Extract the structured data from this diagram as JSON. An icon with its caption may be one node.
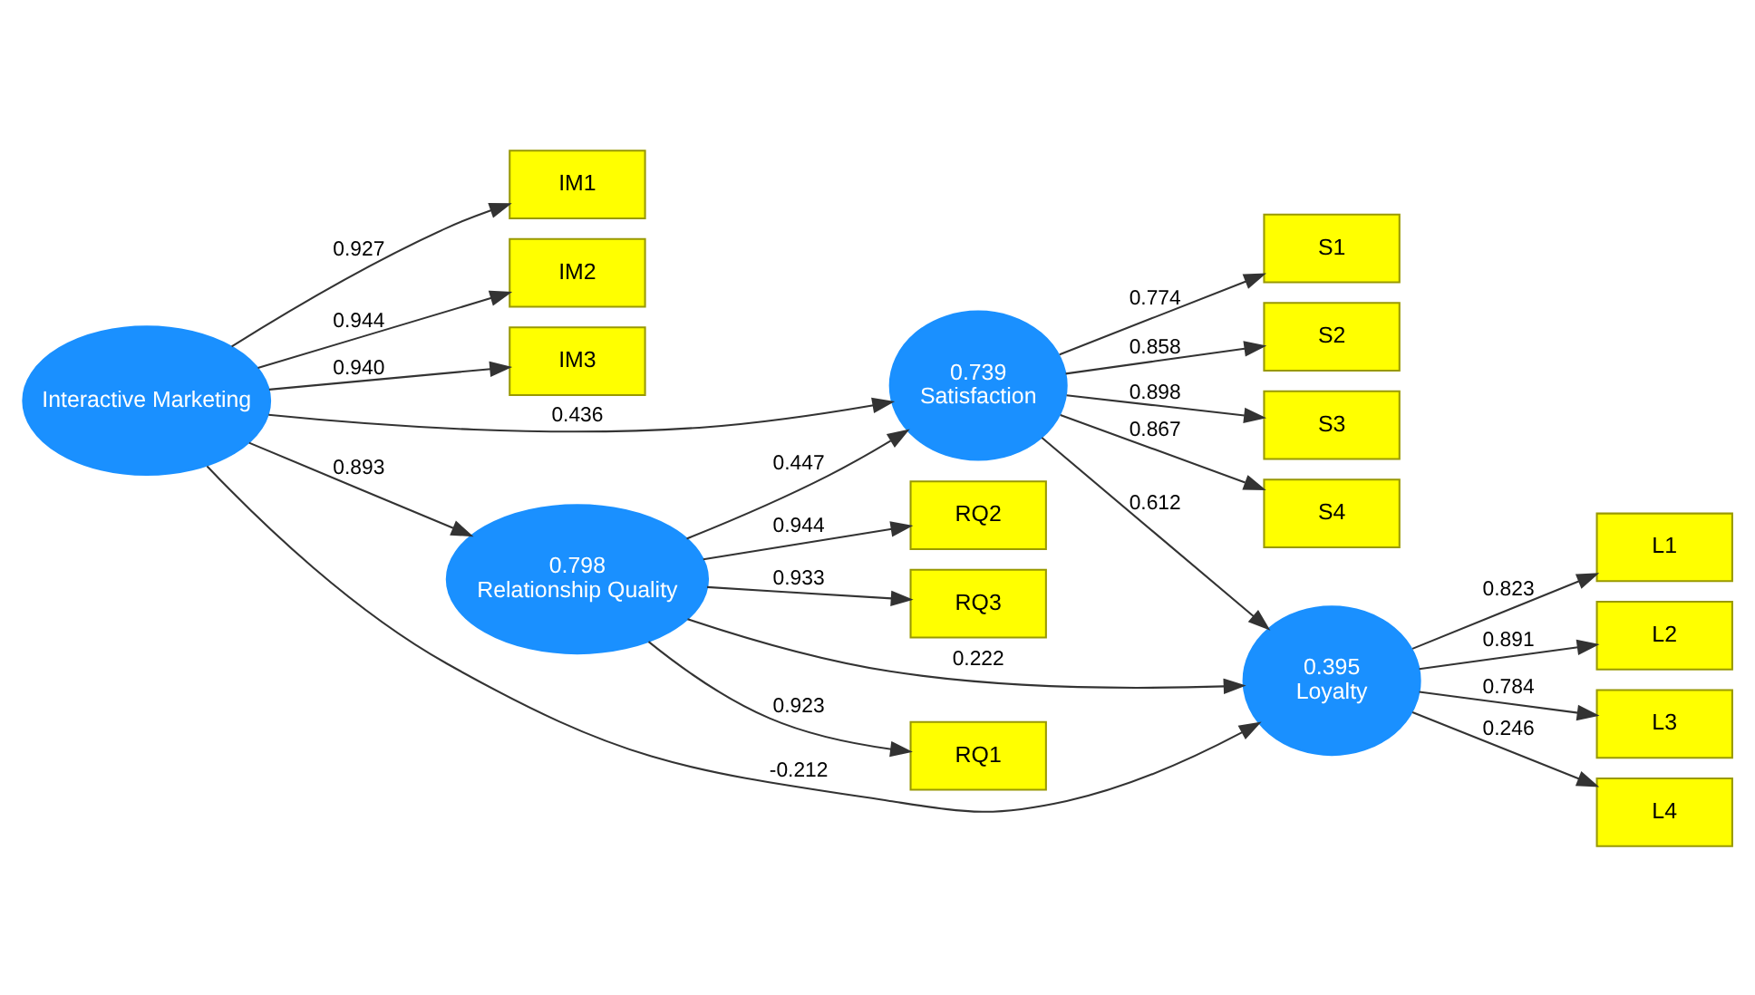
{
  "diagram": {
    "nodes": [
      {
        "text": [
          "IM1"
        ]
      },
      {
        "text": [
          "IM2"
        ]
      },
      {
        "text": [
          "IM3"
        ]
      },
      {
        "text": [
          "Interactive Marketing"
        ]
      },
      {
        "text": [
          "S1"
        ]
      },
      {
        "text": [
          "S2"
        ]
      },
      {
        "text": [
          "S3"
        ]
      },
      {
        "text": [
          "S4"
        ]
      },
      {
        "text": [
          "0.739",
          "Satisfaction"
        ]
      },
      {
        "text": [
          "0.395",
          "Loyalty"
        ]
      },
      {
        "text": [
          "L1"
        ]
      },
      {
        "text": [
          "L2"
        ]
      },
      {
        "text": [
          "L3"
        ]
      },
      {
        "text": [
          "L4"
        ]
      },
      {
        "text": [
          "RQ1"
        ]
      },
      {
        "text": [
          "RQ2"
        ]
      },
      {
        "text": [
          "RQ3"
        ]
      },
      {
        "text": [
          "0.798",
          "Relationship Quality"
        ]
      }
    ],
    "edges": [
      {
        "from": 3,
        "to": 0,
        "arrow": "to",
        "label": "0.927"
      },
      {
        "from": 3,
        "to": 1,
        "arrow": "to",
        "label": "0.944"
      },
      {
        "from": 3,
        "to": 2,
        "arrow": "to",
        "label": "0.940"
      },
      {
        "from": 3,
        "to": 8,
        "arrow": "to",
        "label": "0.436"
      },
      {
        "from": 3,
        "to": 9,
        "arrow": "to",
        "label": "-0.212"
      },
      {
        "from": 3,
        "to": 17,
        "arrow": "to",
        "label": "0.893"
      },
      {
        "from": 8,
        "to": 4,
        "arrow": "to",
        "label": "0.774"
      },
      {
        "from": 8,
        "to": 5,
        "arrow": "to",
        "label": "0.858"
      },
      {
        "from": 8,
        "to": 6,
        "arrow": "to",
        "label": "0.898"
      },
      {
        "from": 8,
        "to": 7,
        "arrow": "to",
        "label": "0.867"
      },
      {
        "from": 8,
        "to": 9,
        "arrow": "to",
        "label": "0.612"
      },
      {
        "from": 9,
        "to": 10,
        "arrow": "to",
        "label": "0.823"
      },
      {
        "from": 9,
        "to": 11,
        "arrow": "to",
        "label": "0.891"
      },
      {
        "from": 9,
        "to": 12,
        "arrow": "to",
        "label": "0.784"
      },
      {
        "from": 9,
        "to": 13,
        "arrow": "to",
        "label": "0.246"
      },
      {
        "from": 17,
        "to": 14,
        "arrow": "to",
        "label": "0.923"
      },
      {
        "from": 17,
        "to": 15,
        "arrow": "to",
        "label": "0.944"
      },
      {
        "from": 17,
        "to": 16,
        "arrow": "to",
        "label": "0.933"
      },
      {
        "from": 17,
        "to": 8,
        "arrow": "to",
        "label": "0.447"
      },
      {
        "from": 17,
        "to": 9,
        "arrow": "to",
        "label": "0.222"
      }
    ]
  }
}
